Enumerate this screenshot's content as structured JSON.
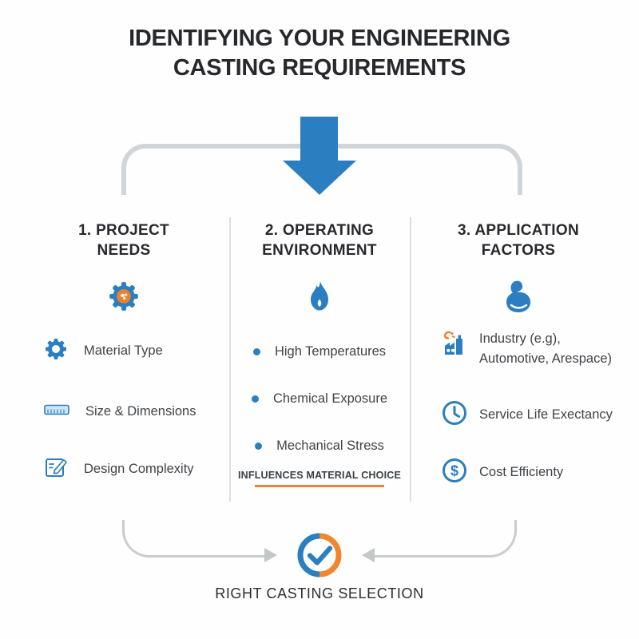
{
  "title": {
    "line1": "IDENTIFYING YOUR ENGINEERING",
    "line2": "CASTING REQUIREMENTS"
  },
  "colors": {
    "blue": "#2b7ec0",
    "orange": "#ee7f2d",
    "connector_gray": "#d2d5d8",
    "heading_text": "#26282b",
    "item_text": "#3f4347"
  },
  "columns": [
    {
      "heading": "1. PROJECT\nNEEDS",
      "header_icon": "gear-icon",
      "items": [
        {
          "icon": "gear-icon",
          "label": "Material Type"
        },
        {
          "icon": "ruler-icon",
          "label": "Size & Dimensions"
        },
        {
          "icon": "design-document-icon",
          "label": "Design Complexity"
        }
      ]
    },
    {
      "heading": "2. OPERATING\nENVIRONMENT",
      "header_icon": "flame-icon",
      "items": [
        {
          "icon": "bullet-dot",
          "label": "High Temperatures"
        },
        {
          "icon": "bullet-dot",
          "label": "Chemical Exposure"
        },
        {
          "icon": "bullet-dot",
          "label": "Mechanical Stress"
        }
      ],
      "footnote": "INFLUENCES MATERIAL CHOICE"
    },
    {
      "heading": "3. APPLICATION\nFACTORS",
      "header_icon": "bicep-icon",
      "items": [
        {
          "icon": "factory-icon",
          "label": "Industry (e.g), Automotive, Arespace)"
        },
        {
          "icon": "clock-icon",
          "label": "Service Life Exectancy"
        },
        {
          "icon": "dollar-icon",
          "label": "Cost Efficienty"
        }
      ]
    }
  ],
  "result": {
    "icon": "check-circle-icon",
    "label": "RIGHT CASTING SELECTION"
  }
}
